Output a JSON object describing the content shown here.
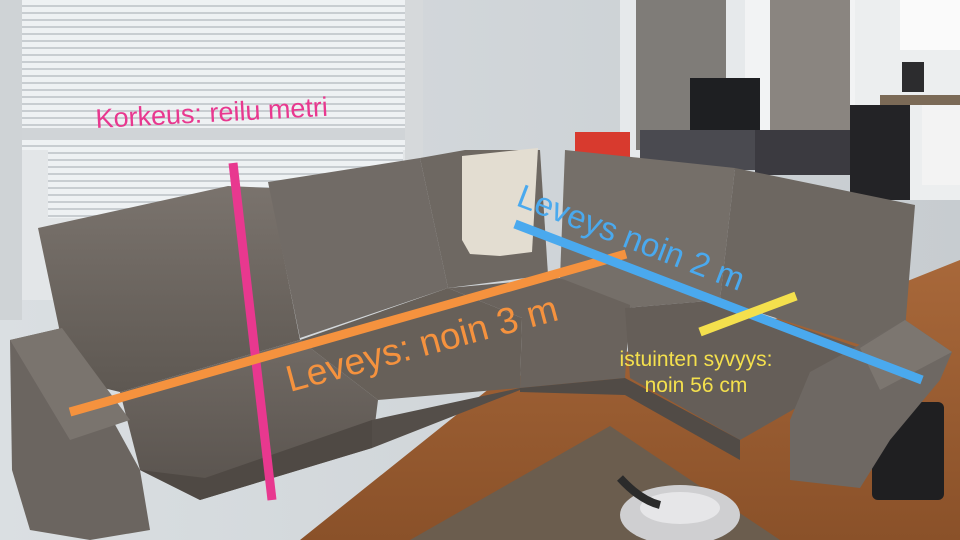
{
  "annotations": {
    "height": {
      "text": "Korkeus: reilu metri",
      "color": "#e8388f"
    },
    "width_long": {
      "text": "Leveys: noin 3 m",
      "color": "#f5923e"
    },
    "width_short": {
      "text": "Leveys noin 2 m",
      "color": "#4aa9ee"
    },
    "seat_depth": {
      "line1": "istuinten syvyys:",
      "line2": "noin 56 cm",
      "color": "#f4e04d"
    }
  }
}
